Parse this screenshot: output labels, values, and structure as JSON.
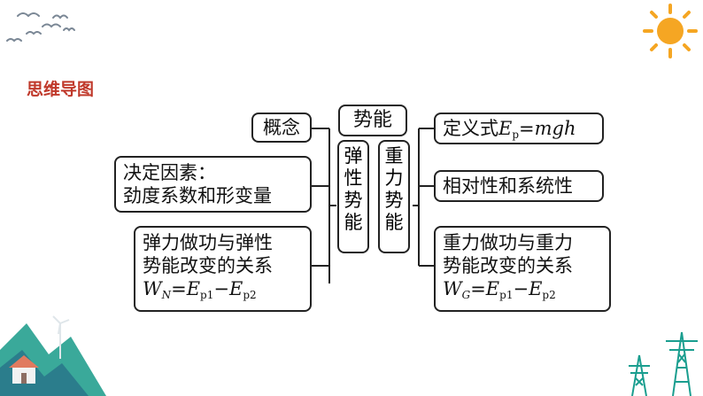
{
  "page_title": "思维导图",
  "center": {
    "label": "势能"
  },
  "elastic": {
    "chars": [
      "弹",
      "性",
      "势",
      "能"
    ]
  },
  "gravity": {
    "chars": [
      "重",
      "力",
      "势",
      "能"
    ]
  },
  "left_nodes": {
    "concept": "概念",
    "factors_line1": "决定因素：",
    "factors_line2": "劲度系数和形变量",
    "work_line1": "弹力做功与弹性",
    "work_line2": "势能改变的关系",
    "formula": {
      "W": "W",
      "W_sub": "N",
      "eq": "=",
      "E1": "E",
      "E1_sub": "p1",
      "minus": "−",
      "E2": "E",
      "E2_sub": "p2"
    }
  },
  "right_nodes": {
    "def_prefix": "定义式",
    "def_E": "E",
    "def_E_sub": "p",
    "def_eq": "=",
    "def_rhs": "mgh",
    "relativity": "相对性和系统性",
    "work_line1": "重力做功与重力",
    "work_line2": "势能改变的关系",
    "formula": {
      "W": "W",
      "W_sub": "G",
      "eq": "=",
      "E1": "E",
      "E1_sub": "p1",
      "minus": "−",
      "E2": "E",
      "E2_sub": "p2"
    }
  },
  "colors": {
    "title": "#c0392b",
    "sun": "#f5a623",
    "tower": "#1a9e8f",
    "birds": "#6d7b8a",
    "border": "#222222"
  }
}
